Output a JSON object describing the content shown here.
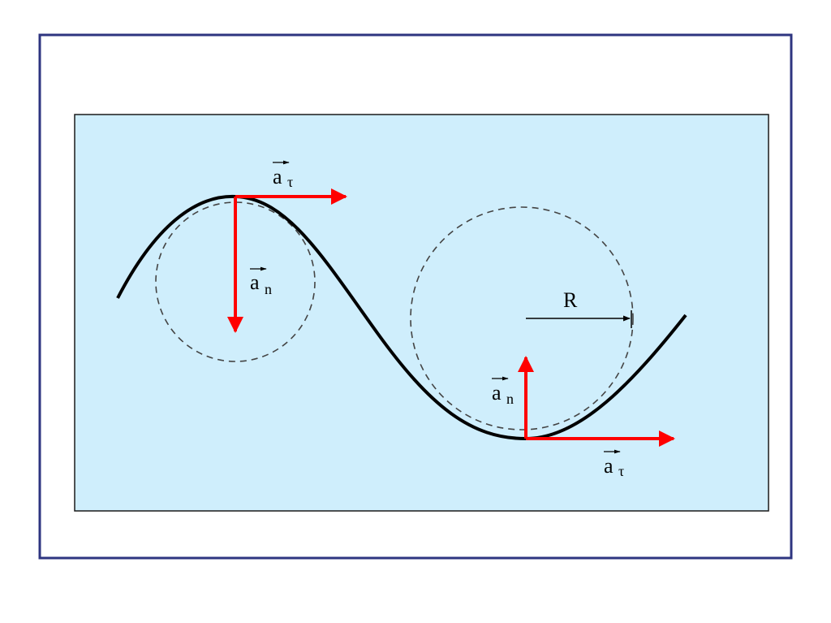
{
  "colors": {
    "slide_background": "#ffffff",
    "frame_border": "#2e3580",
    "panel_fill": "#cfeefc",
    "panel_border": "#1a1a1a",
    "curve": "#000000",
    "vector": "#ff0000",
    "circle_dash": "#444444"
  },
  "labels": {
    "top_tangential": {
      "base": "a",
      "sub": "τ"
    },
    "top_normal": {
      "base": "a",
      "sub": "n"
    },
    "bottom_tangential": {
      "base": "a",
      "sub": "τ"
    },
    "bottom_normal": {
      "base": "a",
      "sub": "n"
    },
    "radius": "R"
  }
}
